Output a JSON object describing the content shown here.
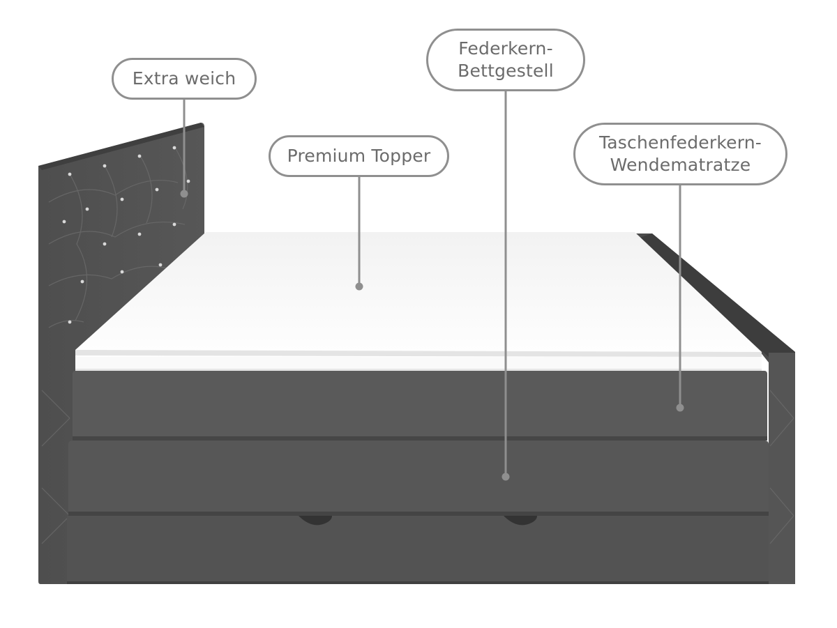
{
  "callouts": {
    "extra_weich": {
      "lines": [
        "Extra weich"
      ]
    },
    "premium_topper": {
      "lines": [
        "Premium Topper"
      ]
    },
    "federkern": {
      "lines": [
        "Federkern-",
        "Bettgestell"
      ]
    },
    "taschenfederkern": {
      "lines": [
        "Taschenfederkern-",
        "Wendematratze"
      ]
    }
  },
  "colors": {
    "fabric_dark": "#4a4a4a",
    "fabric_mid": "#565656",
    "fabric_light": "#5e5e5e",
    "topper": "#f7f7f7",
    "leader": "#8f8f8f",
    "label_text": "#6b6b6b"
  }
}
